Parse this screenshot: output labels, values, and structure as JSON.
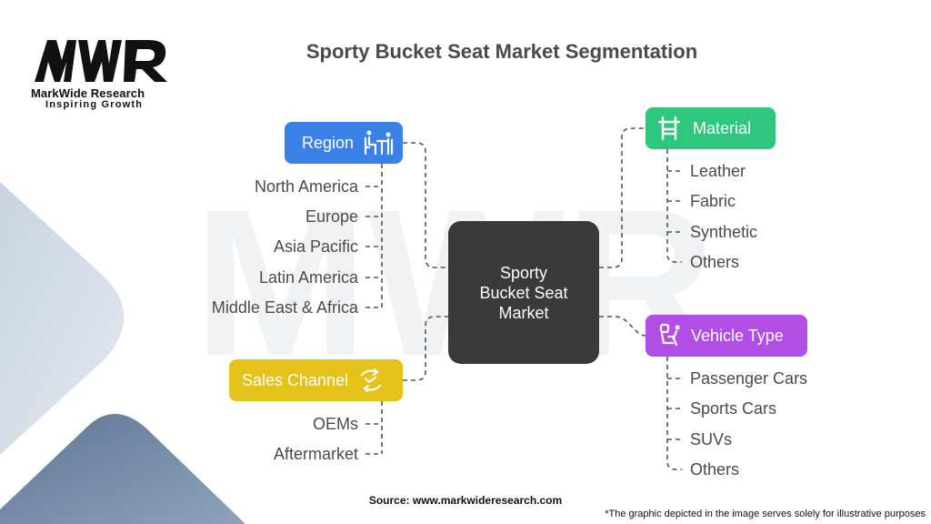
{
  "brand": {
    "logo_text": "MWR",
    "name": "MarkWide Research",
    "tagline": "Inspiring Growth"
  },
  "title": "Sporty Bucket Seat Market Segmentation",
  "center": {
    "label": "Sporty Bucket Seat Market",
    "color": "#3a3a3a"
  },
  "segments": {
    "region": {
      "label": "Region",
      "color": "#3b82e8",
      "icon": "people-at-table-icon",
      "items": [
        "North America",
        "Europe",
        "Asia Pacific",
        "Latin America",
        "Middle East & Africa"
      ]
    },
    "sales_channel": {
      "label": "Sales Channel",
      "color": "#e5c21a",
      "icon": "handshake-exchange-icon",
      "items": [
        "OEMs",
        "Aftermarket"
      ]
    },
    "material": {
      "label": "Material",
      "color": "#2ec77d",
      "icon": "fabric-frame-icon",
      "items": [
        "Leather",
        "Fabric",
        "Synthetic",
        "Others"
      ]
    },
    "vehicle_type": {
      "label": "Vehicle Type",
      "color": "#b24ee6",
      "icon": "car-seat-icon",
      "items": [
        "Passenger Cars",
        "Sports Cars",
        "SUVs",
        "Others"
      ]
    }
  },
  "source": "Source: www.markwideresearch.com",
  "disclaimer": "*The graphic depicted in the image serves solely for illustrative purposes"
}
